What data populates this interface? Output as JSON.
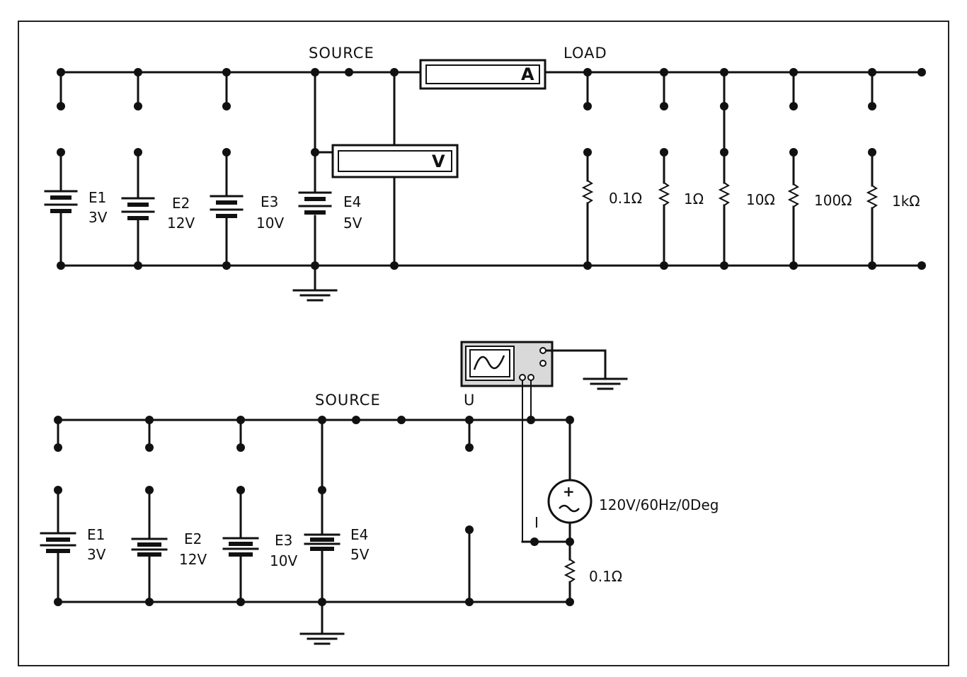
{
  "top_circuit": {
    "source_label": "SOURCE",
    "load_label": "LOAD",
    "ammeter_letter": "A",
    "voltmeter_letter": "V",
    "batteries": [
      {
        "name": "E1",
        "value": "3V"
      },
      {
        "name": "E2",
        "value": "12V"
      },
      {
        "name": "E3",
        "value": "10V"
      },
      {
        "name": "E4",
        "value": "5V"
      }
    ],
    "resistors": [
      "0.1Ω",
      "1Ω",
      "10Ω",
      "100Ω",
      "1kΩ"
    ]
  },
  "bottom_circuit": {
    "source_label": "SOURCE",
    "u_label": "U",
    "i_label": "I",
    "batteries": [
      {
        "name": "E1",
        "value": "3V"
      },
      {
        "name": "E2",
        "value": "12V"
      },
      {
        "name": "E3",
        "value": "10V"
      },
      {
        "name": "E4",
        "value": "5V"
      }
    ],
    "ac_source": "120V/60Hz/0Deg",
    "shunt_resistor": "0.1Ω"
  }
}
